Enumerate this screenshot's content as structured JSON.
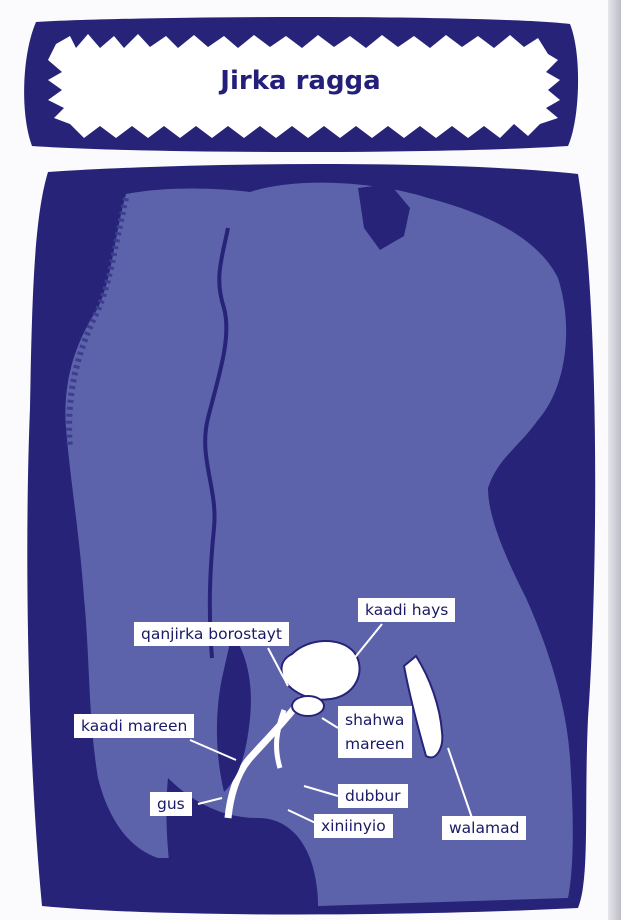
{
  "title": "Jirka ragga",
  "labels": {
    "kaadi_hays": "kaadi hays",
    "qanjirka_borostayt": "qanjirka borostayt",
    "kaadi_mareen": "kaadi mareen",
    "shahwa_mareen": "shahwa\nmareen",
    "gus": "gus",
    "dubbur": "dubbur",
    "xiniinyio": "xiniinyio",
    "walamad": "walamad"
  },
  "colors": {
    "dark_blue": "#262379",
    "body_blue": "#5d63aa",
    "label_text": "#1a1a66",
    "title_text": "#24207a"
  }
}
